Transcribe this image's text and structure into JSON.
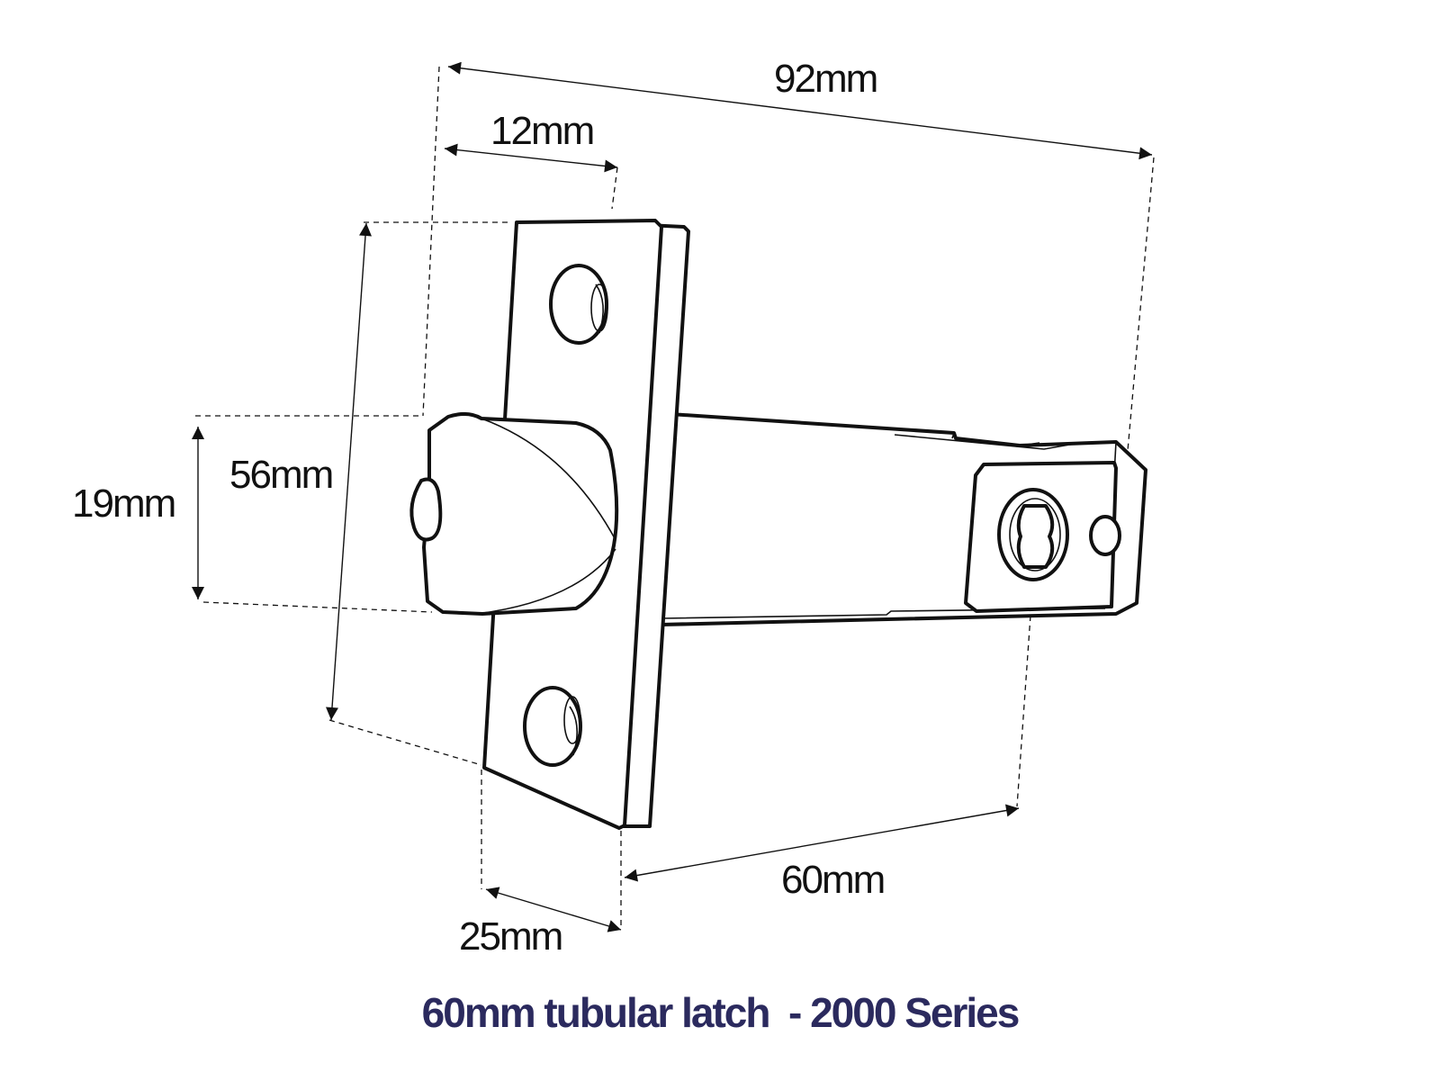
{
  "caption": "60mm tubular latch  - 2000 Series",
  "colors": {
    "caption": "#2b2a5e",
    "line": "#111111",
    "background": "#ffffff"
  },
  "dimensions": {
    "overall_length": "92mm",
    "faceplate_thickness": "12mm",
    "faceplate_height": "56mm",
    "latch_height": "19mm",
    "faceplate_width": "25mm",
    "backset": "60mm"
  }
}
